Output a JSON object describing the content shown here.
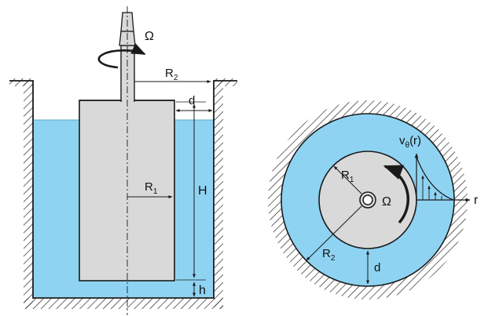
{
  "side_view": {
    "omega": "Ω",
    "R2": {
      "base": "R",
      "sub": "2"
    },
    "d": "d",
    "R1": {
      "base": "R",
      "sub": "1"
    },
    "H": "H",
    "h": "h"
  },
  "top_view": {
    "v_theta": {
      "base": "v",
      "sub": "θ",
      "arg": "(r)"
    },
    "R1": {
      "base": "R",
      "sub": "1"
    },
    "omega": "Ω",
    "r": "r",
    "R2": {
      "base": "R",
      "sub": "2"
    },
    "d": "d"
  },
  "colors": {
    "fluid": "#8fd3f2",
    "solid": "#d9d9d9",
    "stroke": "#1a1a1a"
  }
}
